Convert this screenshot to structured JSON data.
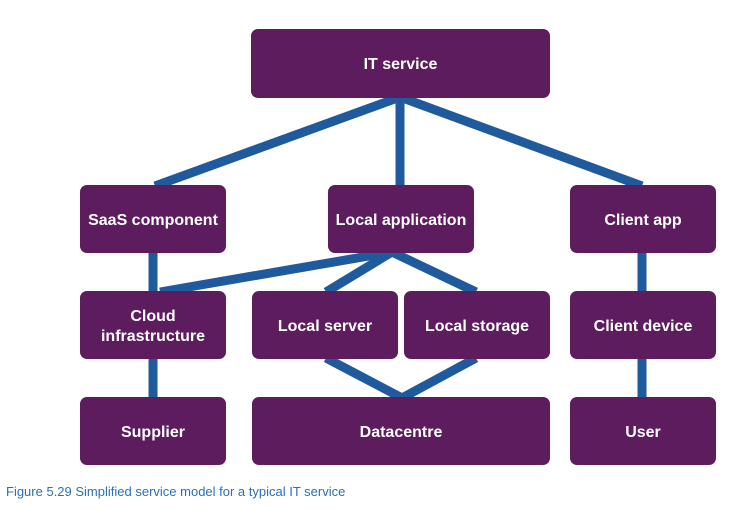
{
  "colors": {
    "node_fill": "#5c1c5e",
    "connector": "#1f5a9c",
    "node_text": "#ffffff",
    "caption": "#2b6fb6"
  },
  "nodes": {
    "it_service": "IT service",
    "saas_component": "SaaS component",
    "local_application": "Local application",
    "client_app": "Client app",
    "cloud_infrastructure_line1": "Cloud",
    "cloud_infrastructure_line2": "infrastructure",
    "local_server": "Local server",
    "local_storage": "Local storage",
    "client_device": "Client device",
    "supplier": "Supplier",
    "datacentre": "Datacentre",
    "user": "User"
  },
  "caption": "Figure 5.29 Simplified service model for a typical IT service"
}
